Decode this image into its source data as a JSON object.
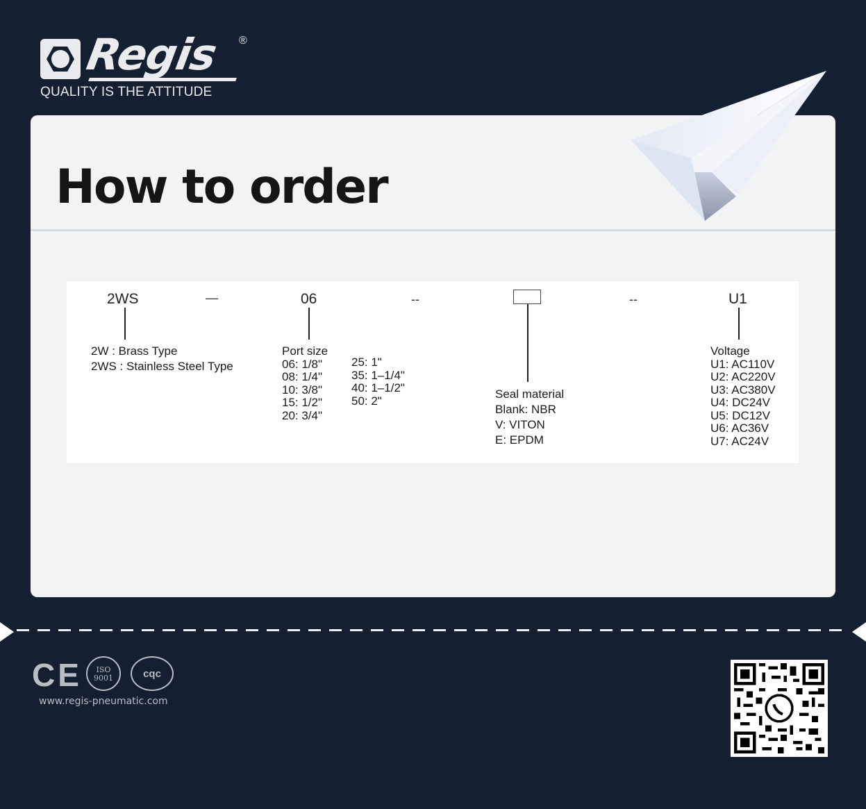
{
  "brand": {
    "name": "Regis",
    "registered_mark": "®",
    "tagline": "QUALITY IS THE ATTITUDE"
  },
  "card": {
    "title": "How to order"
  },
  "order_code": {
    "segments": [
      {
        "code": "2WS",
        "label_lines": [
          "2W : Brass Type",
          "2WS : Stainless Steel Type"
        ]
      },
      {
        "code": "06",
        "heading": "Port size",
        "col1": [
          "06: 1/8\"",
          "08: 1/4\"",
          "10: 3/8\"",
          "15: 1/2\"",
          "20: 3/4\""
        ],
        "col2": [
          "25: 1\"",
          "35: 1–1/4\"",
          "40: 1–1/2\"",
          "50: 2\""
        ]
      },
      {
        "code": "",
        "heading": "Seal material",
        "options": [
          "Blank: NBR",
          "V: VITON",
          "E: EPDM"
        ]
      },
      {
        "code": "U1",
        "heading": "Voltage",
        "options": [
          "U1: AC110V",
          "U2: AC220V",
          "U3: AC380V",
          "U4: DC24V",
          "U5: DC12V",
          "U6: AC36V",
          "U7: AC24V"
        ]
      }
    ],
    "separators": [
      "—",
      "--",
      "--"
    ]
  },
  "footer": {
    "certifications": [
      "CE",
      "ISO 9001",
      "CQC"
    ],
    "ce_label": "CE",
    "iso_label_1": "ISO",
    "iso_label_2": "9001",
    "cqc_label": "cqc",
    "website": "www.regis-pneumatic.com",
    "qr_icon": "whatsapp-icon"
  },
  "colors": {
    "background": "#141f31",
    "card": "#f2f3f5",
    "text": "#111111",
    "muted": "#b9bec6"
  }
}
